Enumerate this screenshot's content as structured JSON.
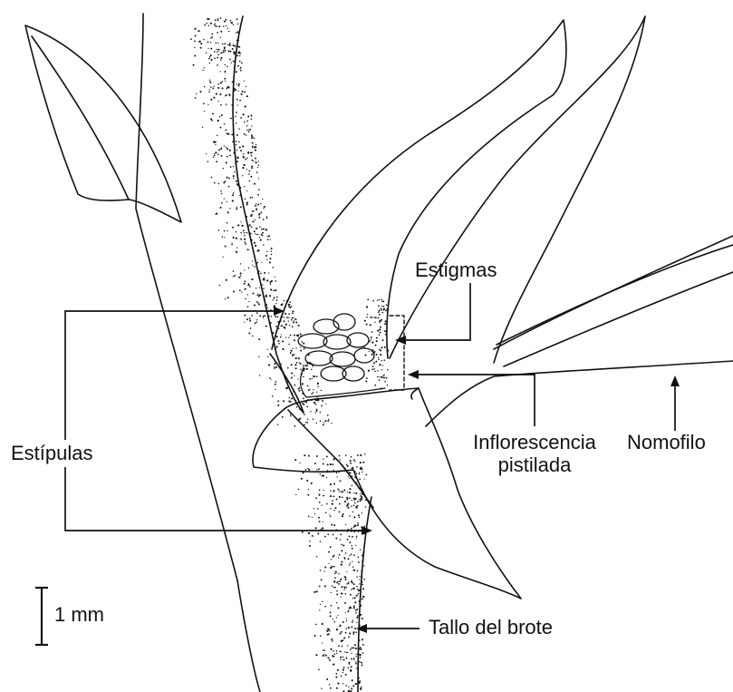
{
  "labels": {
    "estigmas": "Estigmas",
    "estipulas": "Estípulas",
    "inflorescencia_line1": "Inflorescencia",
    "inflorescencia_line2": "pistilada",
    "nomofilo": "Nomofilo",
    "tallo": "Tallo del brote"
  },
  "scale_bar": {
    "label": "1 mm"
  },
  "colors": {
    "ink": "#111111",
    "background": "#ffffff"
  }
}
